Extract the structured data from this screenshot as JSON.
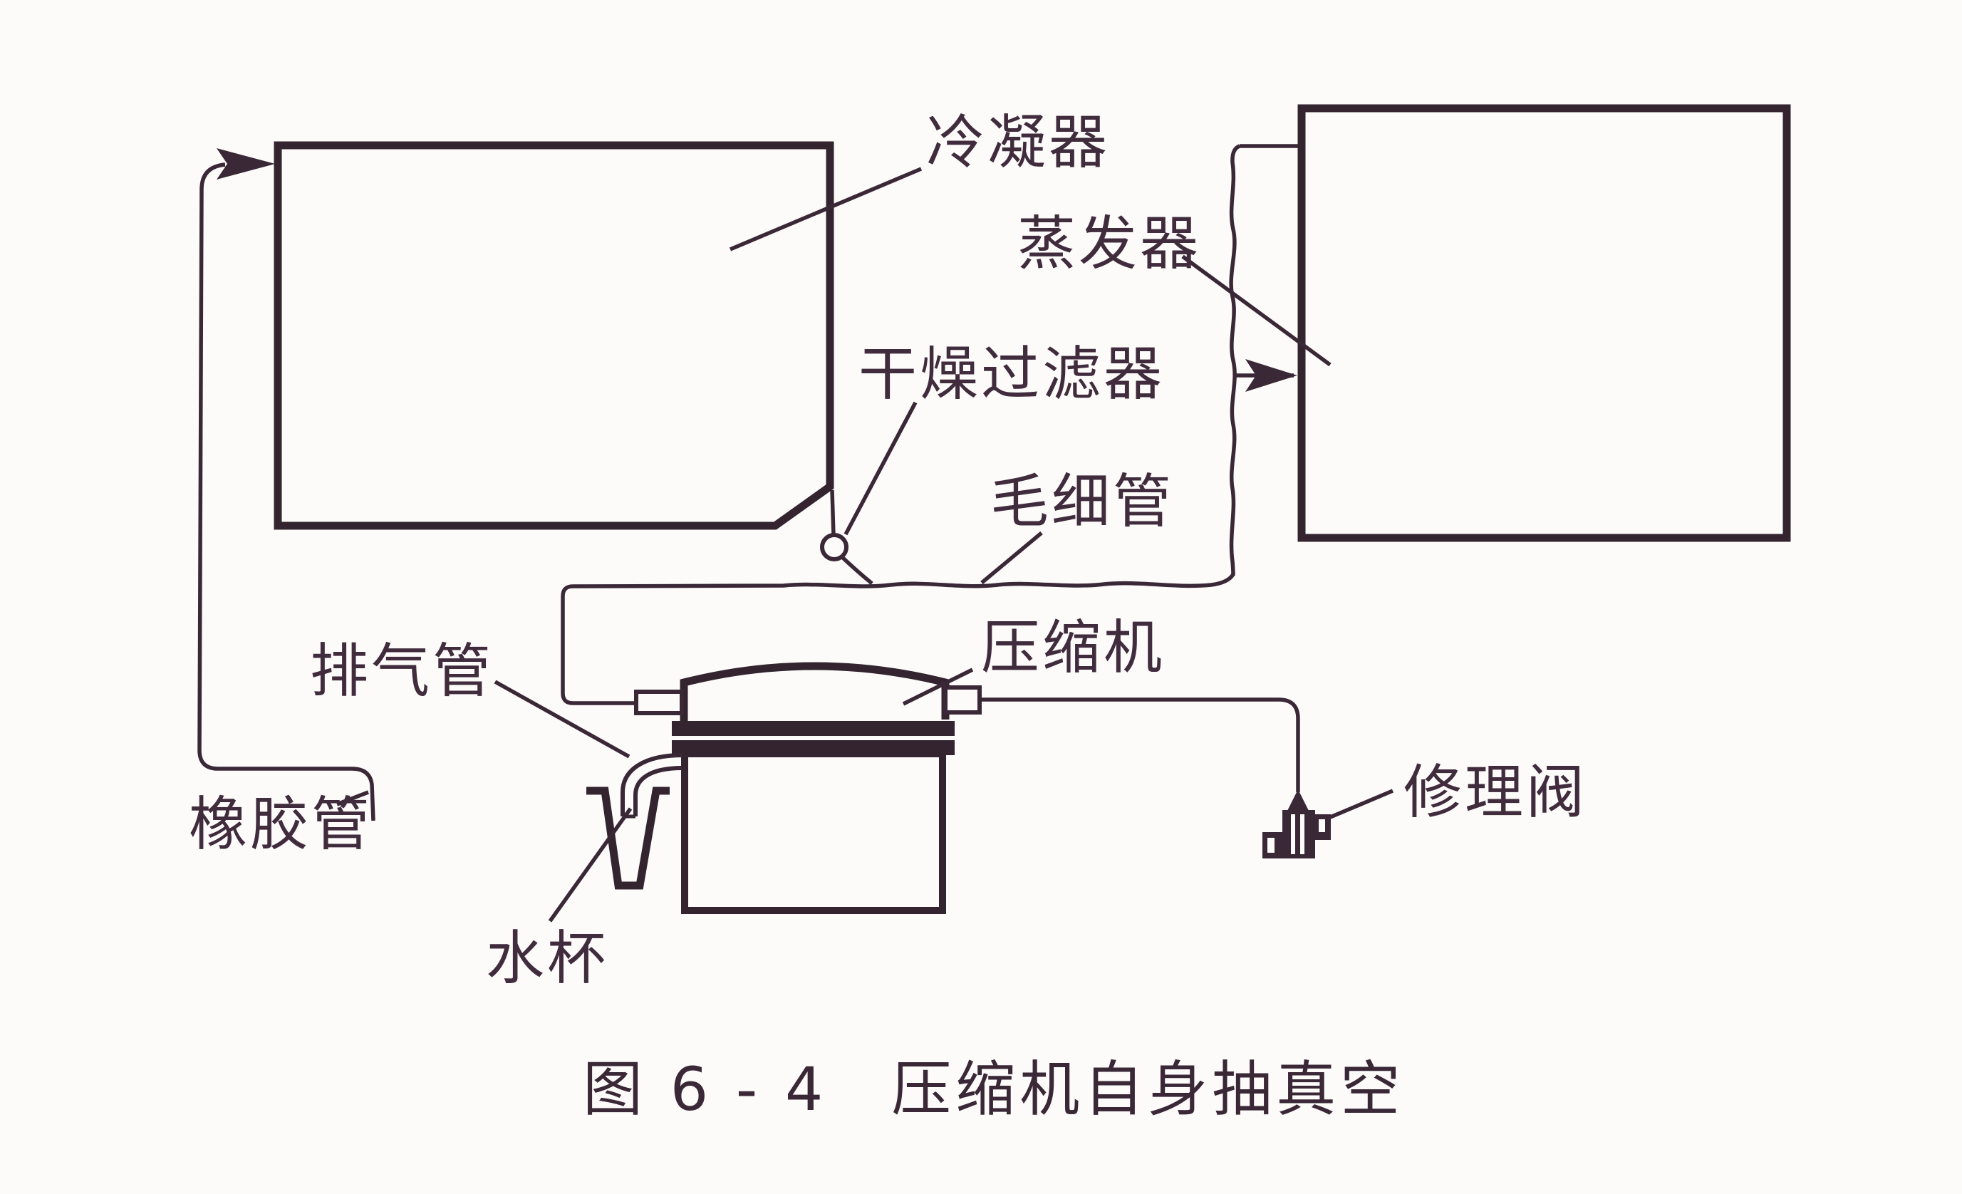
{
  "diagram": {
    "type": "technical-schematic",
    "subject": "refrigeration system self-evacuation setup",
    "background_color": "#fcfbf9",
    "ink_color": "#3a2837",
    "labels": {
      "condenser": "冷凝器",
      "evaporator": "蒸发器",
      "drier_filter": "干燥过滤器",
      "capillary_tube": "毛细管",
      "compressor": "压缩机",
      "exhaust_pipe": "排气管",
      "rubber_tube": "橡胶管",
      "water_cup": "水杯",
      "repair_valve": "修理阀"
    },
    "caption": "图 6 - 4　压缩机自身抽真空"
  }
}
